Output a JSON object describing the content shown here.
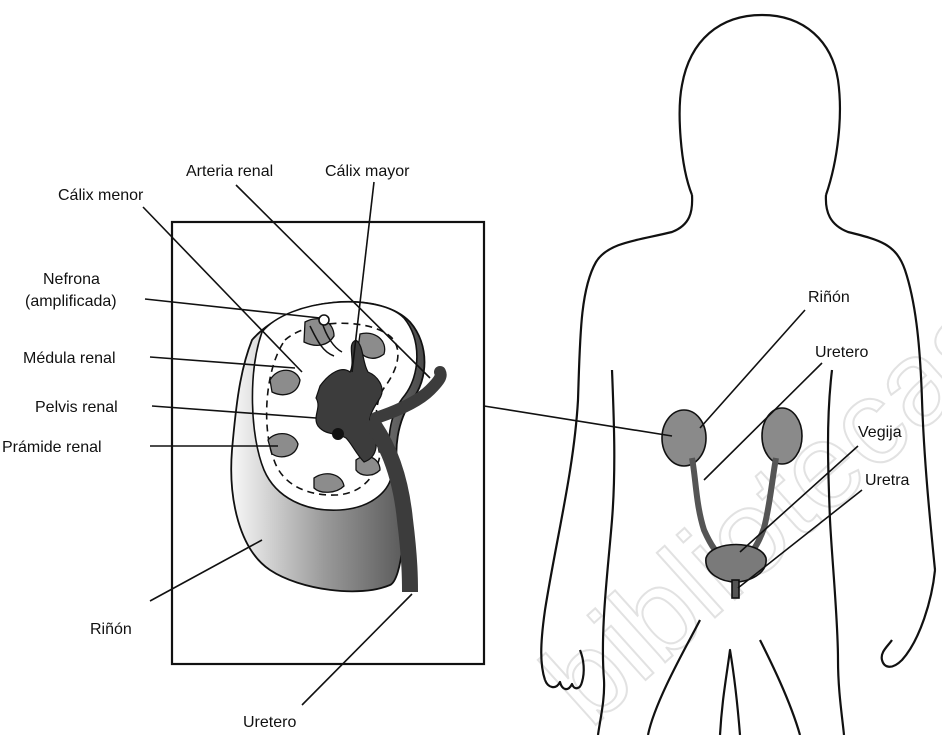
{
  "watermark": "bibliotecas.",
  "kidney_labels": {
    "calix_menor": "Cálix menor",
    "arteria_renal": "Arteria renal",
    "calix_mayor": "Cálix mayor",
    "nefrona_line1": "Nefrona",
    "nefrona_line2": "(amplificada)",
    "medula_renal": "Médula renal",
    "pelvis_renal": "Pelvis renal",
    "piramide_renal": "Prámide renal",
    "rinon": "Riñón",
    "uretero": "Uretero"
  },
  "body_labels": {
    "rinon": "Riñón",
    "uretero": "Uretero",
    "vegija": "Vegija",
    "uretra": "Uretra"
  }
}
